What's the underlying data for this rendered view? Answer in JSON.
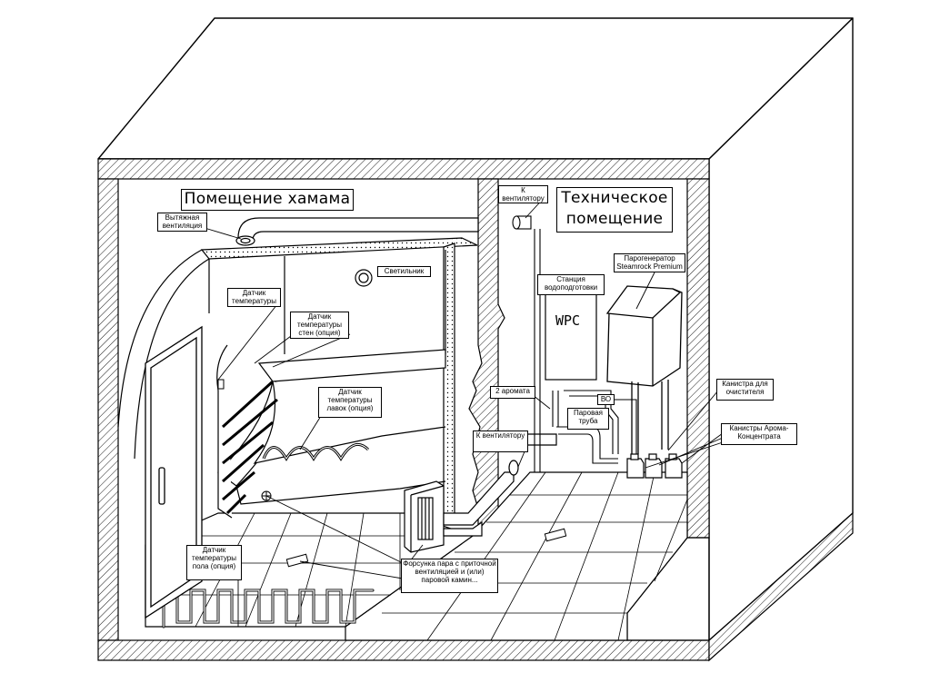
{
  "colors": {
    "line": "#000000",
    "background": "#ffffff"
  },
  "titles": {
    "hammam": "Помещение хамама",
    "technical": "Техническое помещение"
  },
  "labels": {
    "exhaust": "Вытяжная вентиляция",
    "lamp": "Светильник",
    "temp_sensor": "Датчик температуры",
    "wall_sensor": "Датчик температуры стен (опция)",
    "bench_sensor": "Датчик температуры лавок (опция)",
    "floor_sensor": "Датчик температуры пола (опция)",
    "nozzle": "Форсунка пара с приточной вентиляцией и (или) паровой камин...",
    "to_vent_top": "К вентилятору",
    "to_vent_mid": "К вентилятору",
    "water_station": "Станция водоподготовки",
    "wpc": "WPC",
    "steam_gen": "Парогенератор Steamrock Premium",
    "two_aromas": "2 аромата",
    "bo": "ВО",
    "steam_pipe": "Паровая труба",
    "cleaner_canister": "Канистра для очистителя",
    "aroma_canister": "Канистры Арома-Концентрата"
  }
}
